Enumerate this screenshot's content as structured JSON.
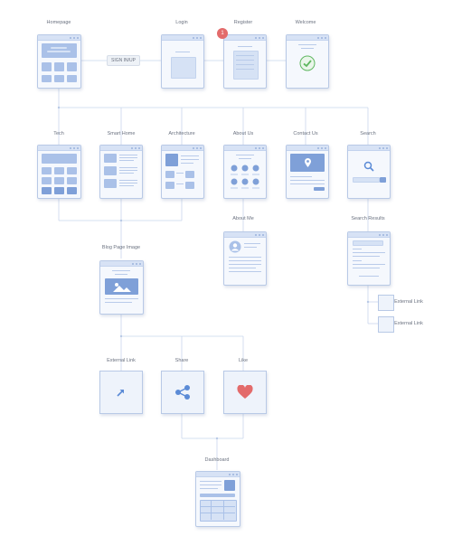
{
  "diagram": {
    "nodes": {
      "homepage": "Homepage",
      "login": "Login",
      "register": "Register",
      "welcome": "Welcome",
      "tech": "Tech",
      "smart_home": "Smart Home",
      "architecture": "Architecture",
      "about_us": "About Us",
      "contact_us": "Contact Us",
      "search": "Search",
      "about_me": "About Me",
      "search_results": "Search Results",
      "blog_page_image": "Blog Page Image",
      "external_link_1": "External Link",
      "share": "Share",
      "like": "Like",
      "dashboard": "Dashboard",
      "external_link_right_1": "External Link",
      "external_link_right_2": "External Link"
    },
    "connector_labels": {
      "sign_in_up": "SIGN IN/UP"
    },
    "badge": "1",
    "colors": {
      "frame_fill": "#f5f8fd",
      "frame_border": "#b8c9e6",
      "placeholder": "#aac1e8",
      "accent_blue": "#5b8bd6",
      "check_green": "#5fb760",
      "heart_red": "#e36b6b",
      "badge_red": "#e36b6b"
    }
  }
}
